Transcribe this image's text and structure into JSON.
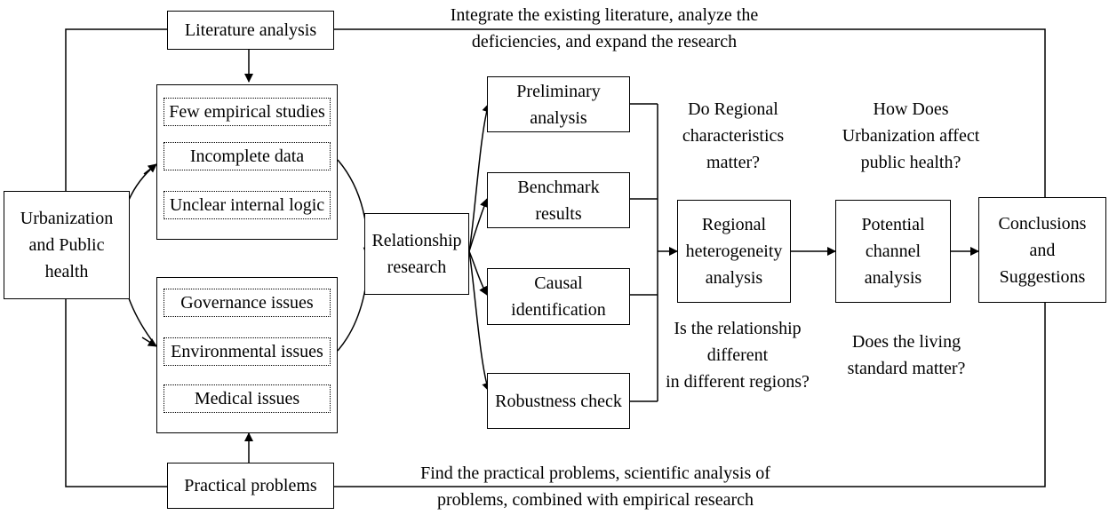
{
  "top_box": "Literature analysis",
  "bottom_box": "Practical problems",
  "left_box": [
    "Urbanization",
    "and Public",
    "health"
  ],
  "top_annotation": [
    "Integrate the existing literature, analyze the",
    "deficiencies, and expand the research"
  ],
  "bottom_annotation": [
    "Find the practical problems, scientific analysis of",
    "problems, combined with empirical research"
  ],
  "literature_gaps": [
    "Few empirical studies",
    "Incomplete data",
    "Unclear internal logic"
  ],
  "practical_issues": [
    "Governance issues",
    "Environmental issues",
    "Medical issues"
  ],
  "relationship_box": [
    "Relationship",
    "research"
  ],
  "methods": {
    "preliminary": [
      "Preliminary",
      "analysis"
    ],
    "benchmark": [
      "Benchmark",
      "results"
    ],
    "causal": [
      "Causal",
      "identification"
    ],
    "robustness": [
      "Robustness check"
    ]
  },
  "regional_box": [
    "Regional",
    "heterogeneity",
    "analysis"
  ],
  "channel_box": [
    "Potential",
    "channel",
    "analysis"
  ],
  "conclusion_box": [
    "Conclusions",
    "and",
    "Suggestions"
  ],
  "q_regional_top": [
    "Do Regional",
    "characteristics",
    "matter?"
  ],
  "q_regional_bottom": [
    "Is the relationship",
    "different",
    "in different regions?"
  ],
  "q_channel_top": [
    "How Does",
    "Urbanization affect",
    "public health?"
  ],
  "q_channel_bottom": [
    "Does the living",
    "standard matter?"
  ]
}
